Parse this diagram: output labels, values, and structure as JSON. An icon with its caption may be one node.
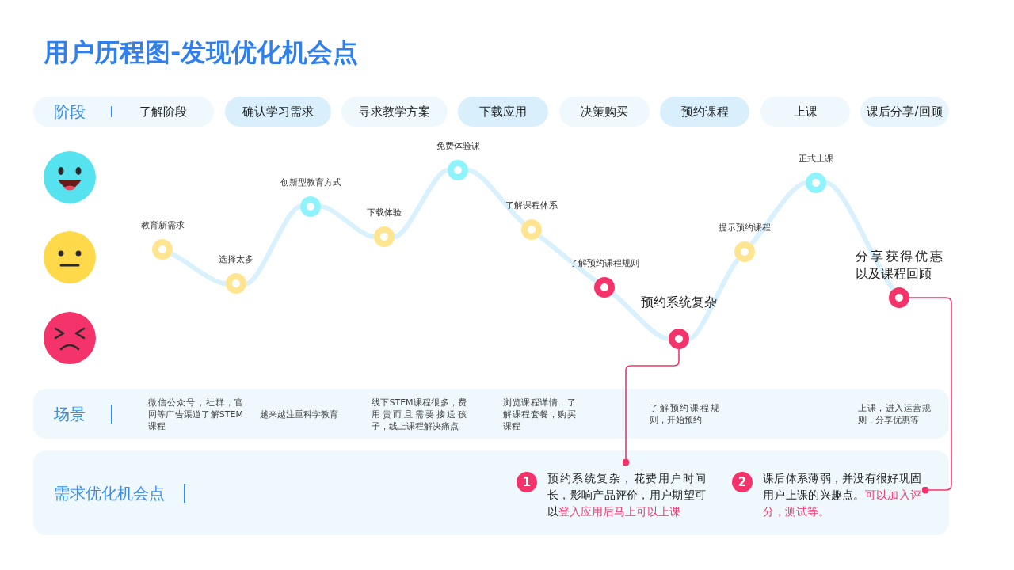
{
  "diagram": {
    "title": "用户历程图-发现优化机会点",
    "nodes": [
      {
        "text": [
          "阶段",
          "了解阶段"
        ]
      },
      {
        "text": [
          "确认学习需求"
        ]
      },
      {
        "text": [
          "寻求教学方案"
        ]
      },
      {
        "text": [
          "下载应用"
        ]
      },
      {
        "text": [
          "决策购买"
        ]
      },
      {
        "text": [
          "预约课程"
        ]
      },
      {
        "text": [
          "上课"
        ]
      },
      {
        "text": [
          "课后分享/回顾"
        ]
      },
      {
        "text": [
          "教育新需求"
        ]
      },
      {
        "text": [
          "选择太多"
        ]
      },
      {
        "text": [
          "创新型教育方式"
        ]
      },
      {
        "text": [
          "下载体验"
        ]
      },
      {
        "text": [
          "免费体验课"
        ]
      },
      {
        "text": [
          "了解课程体系"
        ]
      },
      {
        "text": [
          "了解预约课程规则"
        ]
      },
      {
        "text": [
          "预约系统复杂"
        ]
      },
      {
        "text": [
          "提示预约课程"
        ]
      },
      {
        "text": [
          "正式上课"
        ]
      },
      {
        "text": [
          "分享获得优惠以及课程回顾"
        ]
      },
      {
        "text": [
          "场景",
          "微信公众号，社群，官网等广告渠道了解STEM课程",
          "越来越注重科学教育",
          "线下STEM课程很多，费用贵而且需要接送孩子，线上课程解决痛点",
          "浏览课程详情，了解课程套餐，购买课程",
          "了解预约课程规则，开始预约",
          "上课，进入运营规则，分享优惠等"
        ]
      },
      {
        "text": [
          "需求优化机会点"
        ]
      },
      {
        "text": [
          "1",
          "预约系统复杂，花费用户时间长，影响产品评价，用户期望可以**登入应用后马上可以上课**"
        ],
        "in": 20
      },
      {
        "text": [
          "2",
          "课后体系薄弱，并没有很好巩固用户上课的兴趣点。**可以加入评分，测试等。**"
        ],
        "in": 20
      }
    ],
    "edges": [
      {
        "from": 8,
        "to": 9,
        "arrow": "none"
      },
      {
        "from": 9,
        "to": 10,
        "arrow": "none"
      },
      {
        "from": 10,
        "to": 11,
        "arrow": "none"
      },
      {
        "from": 11,
        "to": 12,
        "arrow": "none"
      },
      {
        "from": 12,
        "to": 13,
        "arrow": "none"
      },
      {
        "from": 13,
        "to": 14,
        "arrow": "none"
      },
      {
        "from": 14,
        "to": 15,
        "arrow": "none"
      },
      {
        "from": 15,
        "to": 16,
        "arrow": "none"
      },
      {
        "from": 16,
        "to": 17,
        "arrow": "none"
      },
      {
        "from": 17,
        "to": 18,
        "arrow": "none"
      },
      {
        "from": 21,
        "to": 15,
        "arrow": "other",
        "color": "#f5336b"
      },
      {
        "from": 22,
        "to": 18,
        "arrow": "other",
        "color": "#f5336b"
      }
    ]
  }
}
